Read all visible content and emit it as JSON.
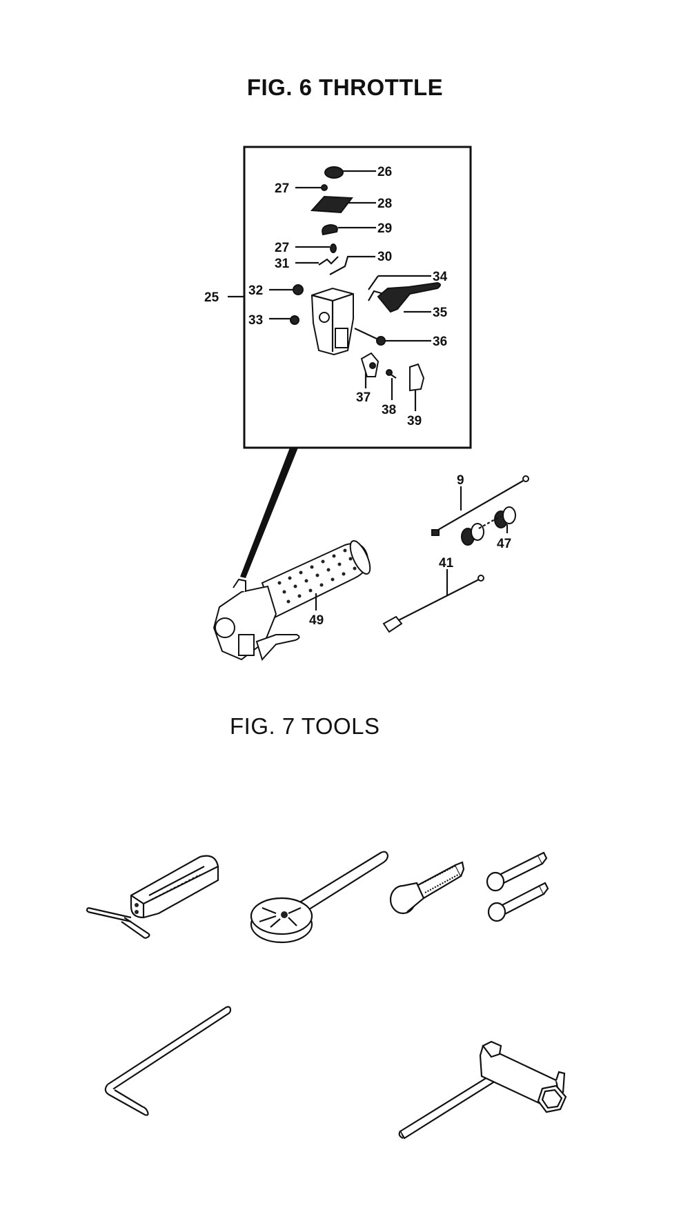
{
  "fig6": {
    "title": "FIG. 6  THROTTLE",
    "callouts": {
      "c25": "25",
      "c26": "26",
      "c27a": "27",
      "c27b": "27",
      "c28": "28",
      "c29": "29",
      "c30": "30",
      "c31": "31",
      "c32": "32",
      "c33": "33",
      "c34": "34",
      "c35": "35",
      "c36": "36",
      "c37": "37",
      "c38": "38",
      "c39": "39",
      "c9": "9",
      "c47": "47",
      "c41": "41",
      "c49": "49"
    }
  },
  "fig7": {
    "title": "FIG. 7  TOOLS"
  }
}
